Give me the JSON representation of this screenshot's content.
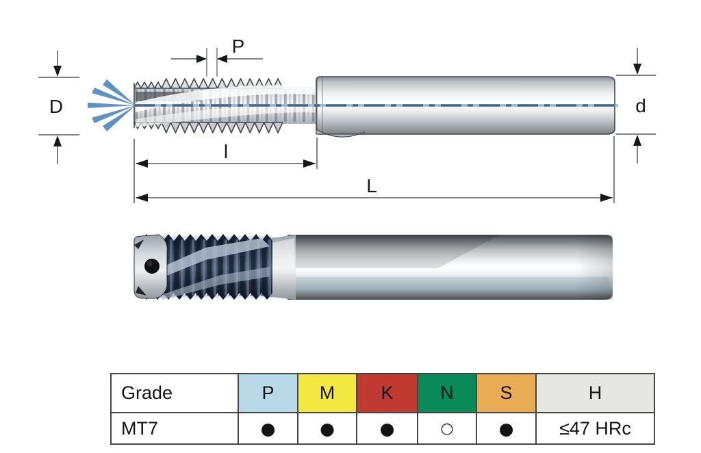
{
  "diagram": {
    "labels": {
      "pitch": "P",
      "outer_diameter": "D",
      "shank_diameter": "d",
      "thread_length": "l",
      "overall_length": "L"
    },
    "colors": {
      "centerline_blue": "#8fb6d6",
      "centerline_dash_blue": "#44668c",
      "fan_blue": "#5e92c2",
      "outline_gray": "#41474e",
      "dimension_gray": "#7d8287"
    }
  },
  "table": {
    "header": {
      "cells": [
        "Grade",
        "P",
        "M",
        "K",
        "N",
        "S",
        "H"
      ],
      "colors": [
        "#ffffff",
        "#b9d8e8",
        "#f3e83f",
        "#c13a31",
        "#0a8a58",
        "#e9ab54",
        "#e6e6e3"
      ]
    },
    "row": {
      "cells": [
        "MT7",
        "●",
        "●",
        "●",
        "○",
        "●",
        "≤47 HRc"
      ]
    }
  }
}
